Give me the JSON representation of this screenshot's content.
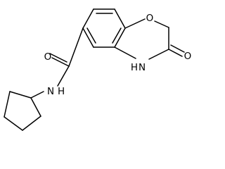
{
  "molecule": {
    "atoms": {
      "amide_o": "O",
      "amide_n": "N",
      "amide_h": "H",
      "ring_o": "O",
      "ring_n": "N",
      "ring_h": "H",
      "lactam_o": "O"
    }
  }
}
